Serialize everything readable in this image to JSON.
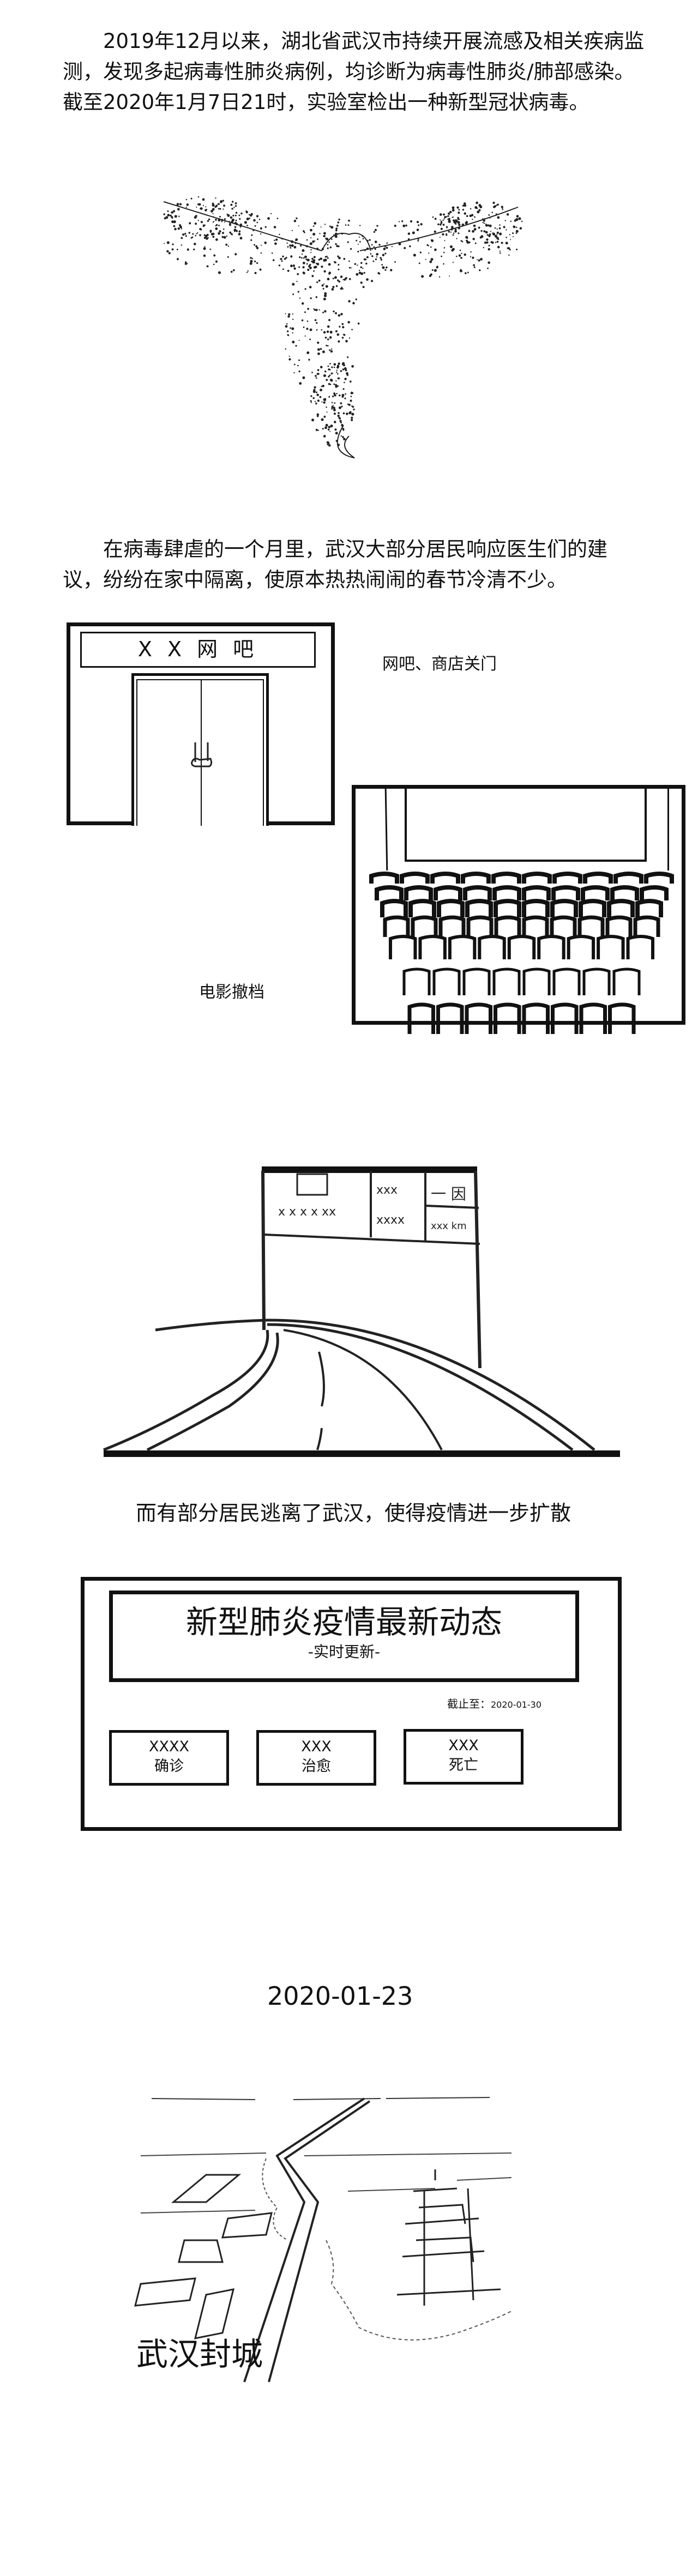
{
  "intro": {
    "text": "2019年12月以来，湖北省武汉市持续开展流感及相关疾病监测，发现多起病毒性肺炎病例，均诊断为病毒性肺炎/肺部感染。截至2020年1月7日21时，实验室检出一种新型冠状病毒。"
  },
  "quarantine": {
    "text": "在病毒肆虐的一个月里，武汉大部分居民响应医生们的建议，纷纷在家中隔离，使原本热热闹闹的春节冷清不少。",
    "netcafe_sign": "X X 网 吧",
    "netcafe_caption": "网吧、商店关门",
    "cinema_caption": "电影撤档"
  },
  "escape": {
    "caption": "而有部分居民逃离了武汉，使得疫情进一步扩散"
  },
  "dashboard": {
    "title": "新型肺炎疫情最新动态",
    "subtitle": "-实时更新-",
    "as_of_label": "截止至：",
    "as_of_date": "2020-01-30",
    "stats": [
      {
        "value": "XXXX",
        "label": "确诊"
      },
      {
        "value": "XXX",
        "label": "治愈"
      },
      {
        "value": "XXX",
        "label": "死亡"
      }
    ]
  },
  "lockdown": {
    "date": "2020-01-23",
    "caption": "武汉封城"
  }
}
